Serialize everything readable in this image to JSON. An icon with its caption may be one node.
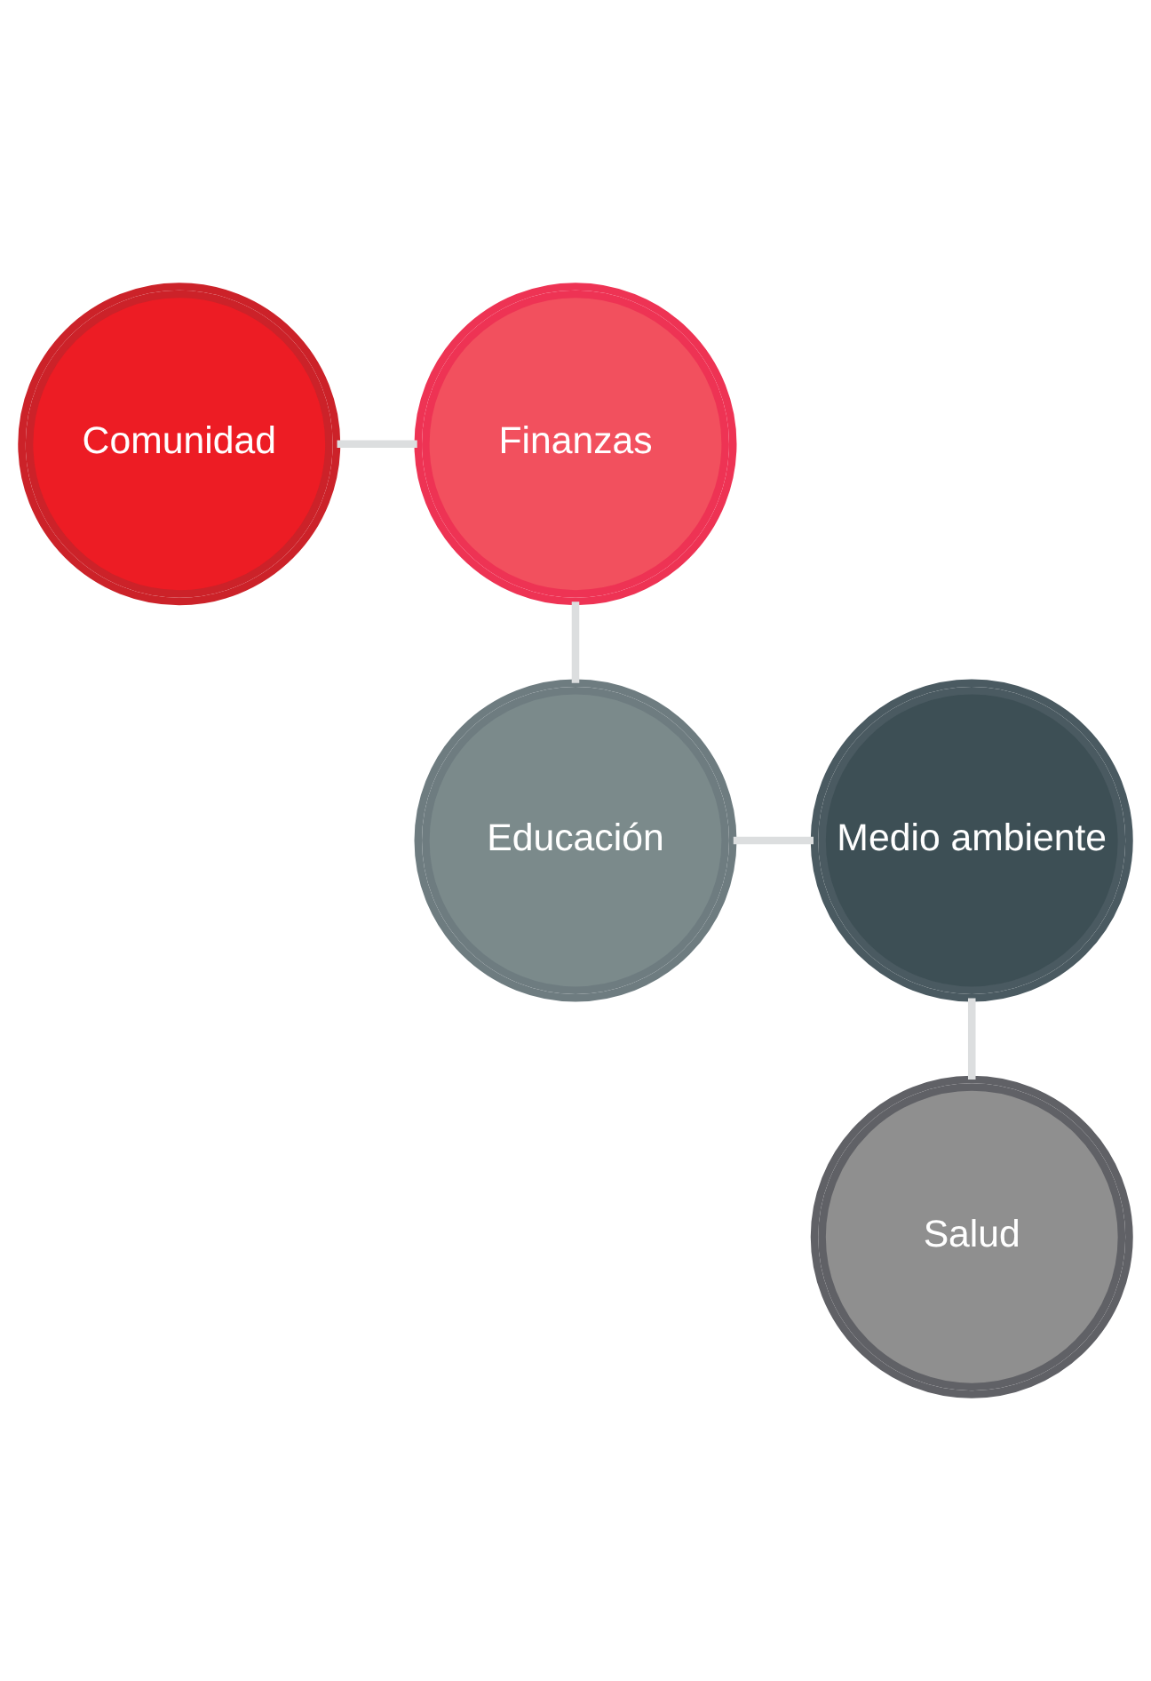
{
  "diagram": {
    "nodes": [
      {
        "text": [
          "Comunidad"
        ]
      },
      {
        "text": [
          "Finanzas"
        ]
      },
      {
        "text": [
          "Educación"
        ]
      },
      {
        "text": [
          "Medio ambiente"
        ]
      },
      {
        "text": [
          "Salud"
        ]
      }
    ],
    "edges": [
      {
        "from": 0,
        "to": 1,
        "arrow": "none"
      },
      {
        "from": 1,
        "to": 2,
        "arrow": "none"
      },
      {
        "from": 2,
        "to": 3,
        "arrow": "none"
      },
      {
        "from": 3,
        "to": 4,
        "arrow": "none"
      }
    ]
  }
}
